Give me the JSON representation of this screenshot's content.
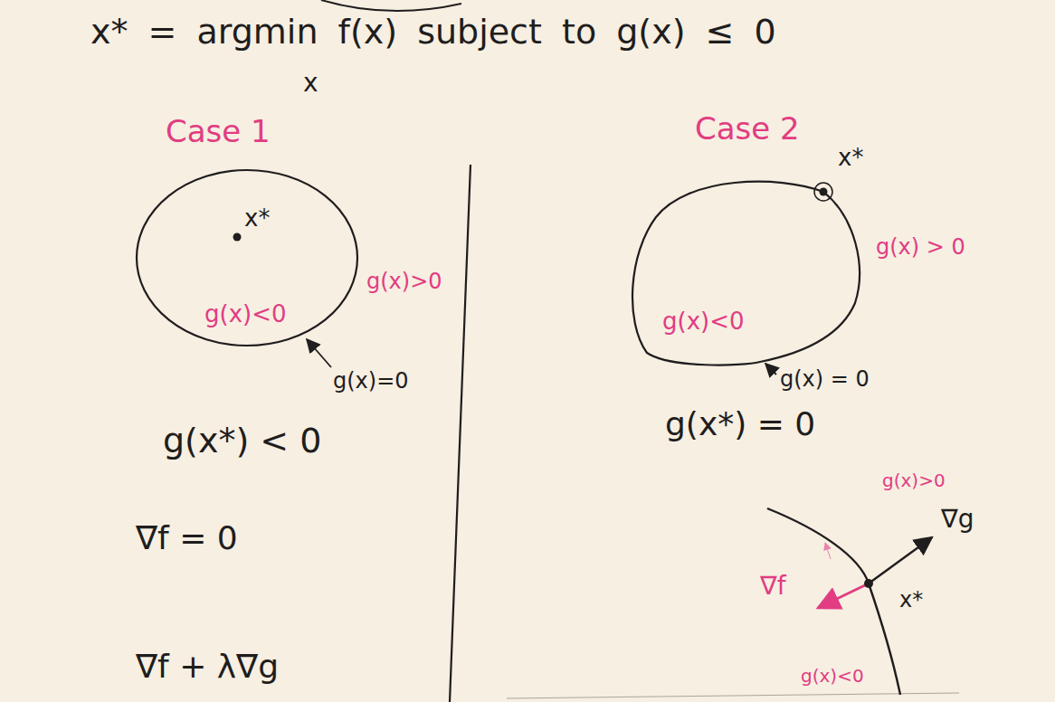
{
  "diagram": {
    "title": "x* = argmin f(x) subject to g(x) ≤ 0",
    "nodes": [
      {
        "text": [
          "x*",
          "g(x)<0"
        ]
      },
      {
        "text": [
          "g(x)<0"
        ]
      }
    ],
    "labels": [
      "x",
      "Case 1",
      "g(x)>0",
      "g(x)=0",
      "g(x*) < 0",
      "∇f = 0",
      "∇f + λ∇g",
      "Case 2",
      "x*",
      "g(x) > 0",
      "g(x) = 0",
      "g(x*) = 0",
      "g(x)>0",
      "∇g",
      "∇f",
      "x*",
      "g(x)<0"
    ]
  }
}
